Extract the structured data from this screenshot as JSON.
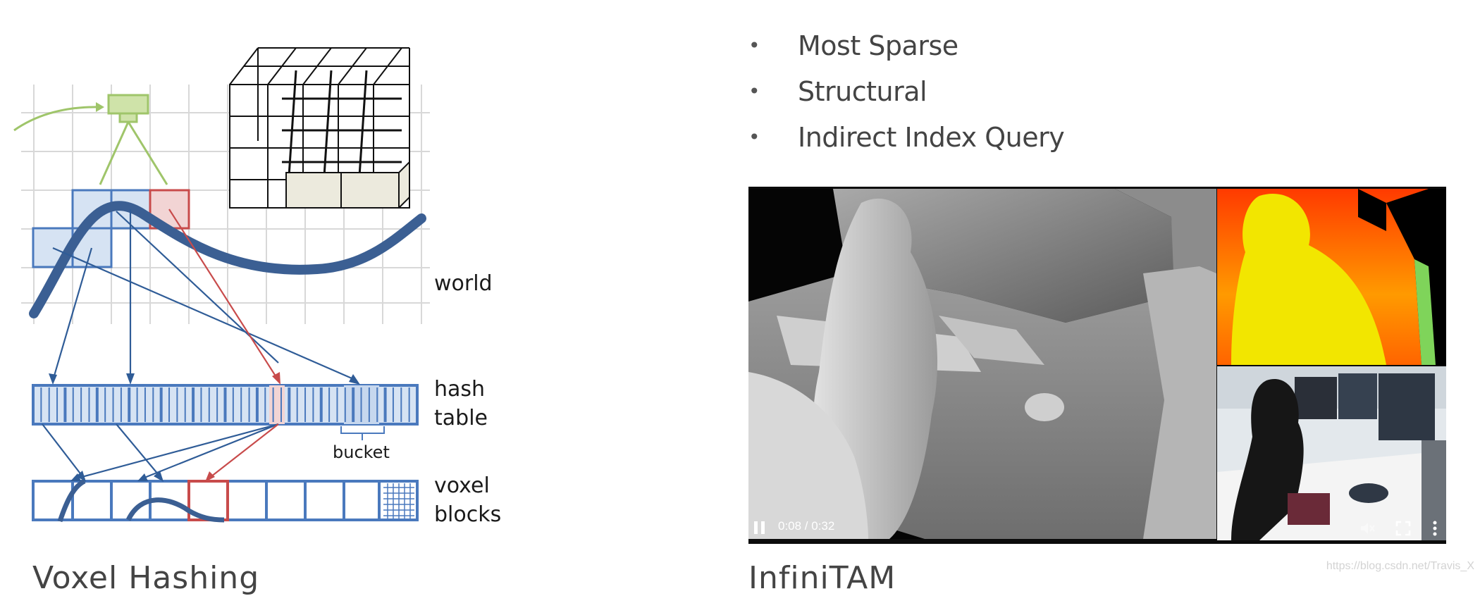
{
  "diagram": {
    "labels": {
      "world": "world",
      "hash_line1": "hash",
      "hash_line2": "table",
      "bucket": "bucket",
      "voxel_line1": "voxel",
      "voxel_line2": "blocks"
    },
    "colors": {
      "grid": "#d8d8d8",
      "block_blue": "#4a79bd",
      "block_fill": "#d6e3f3",
      "curve": "#3b5f93",
      "highlight_red": "#c84b4b",
      "highlight_fill": "#f2d4d4",
      "camera_green": "#9fc56a",
      "camera_fill": "#cfe3a9",
      "arrow_blue": "#2f5c97"
    }
  },
  "bullets": [
    "Most Sparse",
    "Structural",
    "Indirect Index Query"
  ],
  "video": {
    "time_label": "0:08 / 0:32",
    "icons": [
      "pause-icon",
      "mute-icon",
      "fullscreen-icon",
      "more-options-icon"
    ]
  },
  "captions": {
    "left": "Voxel Hashing",
    "right": "InfiniTAM"
  },
  "watermark": "https://blog.csdn.net/Travis_X"
}
